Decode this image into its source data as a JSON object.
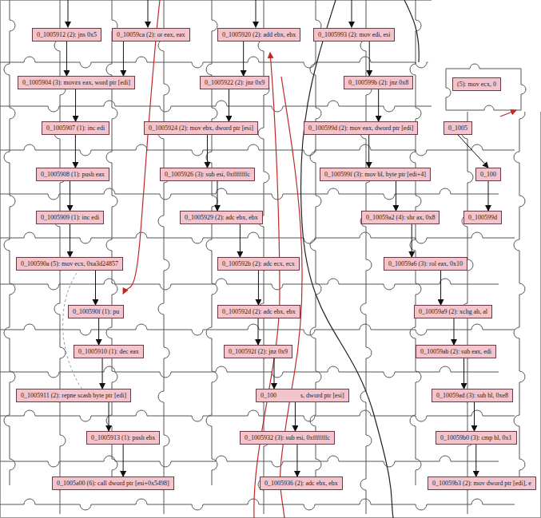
{
  "diagram": {
    "nodes": [
      {
        "text": [
          "0_1005912 (2): jns 0x5"
        ]
      },
      {
        "text": [
          "0_10059ca (2): or eax, eax"
        ]
      },
      {
        "text": [
          "0_1005920 (2): add ebx, ebx"
        ]
      },
      {
        "text": [
          "0_1005993 (2): mov edi, esi"
        ]
      },
      {
        "text": [
          "0_1005904 (3): movzx eax, word ptr [edi]"
        ]
      },
      {
        "text": [
          "0_1005922 (2): jnz 0x9"
        ]
      },
      {
        "text": [
          "0_100599b (2): jnz 0x8"
        ]
      },
      {
        "text": [
          "(5): mov ecx, 0"
        ]
      },
      {
        "text": [
          "0_1005907 (1): inc edi"
        ]
      },
      {
        "text": [
          "0_1005924 (2): mov ebx, dword ptr [esi]"
        ]
      },
      {
        "text": [
          "0_100599d (2): mov eax, dword ptr [edi]"
        ]
      },
      {
        "text": [
          "0_1005"
        ]
      },
      {
        "text": [
          "0_1005908 (1): push eax"
        ]
      },
      {
        "text": [
          "0_1005926 (3): sub esi, 0xfffffffc"
        ]
      },
      {
        "text": [
          "0_100599f (3): mov bl, byte ptr [edi+4]"
        ]
      },
      {
        "text": [
          "0_100"
        ]
      },
      {
        "text": [
          "0_1005909 (1): inc edi"
        ]
      },
      {
        "text": [
          "0_1005929 (2): adc ebx, ebx"
        ]
      },
      {
        "text": [
          "0_10059a2 (4): shr ax, 0x8"
        ]
      },
      {
        "text": [
          "0_100599d"
        ]
      },
      {
        "text": [
          "0_100590a (5): mov ecx, 0xa3d24857"
        ]
      },
      {
        "text": [
          "0_100592b (2): adc ecx, ecx"
        ]
      },
      {
        "text": [
          "0_10059a6 (3): rol eax, 0x10"
        ]
      },
      {
        "text": [
          "0_100590f (1): pu"
        ]
      },
      {
        "text": [
          "0_100592d (2): adc ebx, ebx"
        ]
      },
      {
        "text": [
          "0_10059a9 (2): xchg ah, al"
        ]
      },
      {
        "text": [
          "0_1005910 (1): dec eax"
        ]
      },
      {
        "text": [
          "0_100592f (2): jnz 0x9"
        ]
      },
      {
        "text": [
          "0_10059ab (2): sub eax, edi"
        ]
      },
      {
        "text": [
          "0_1005911 (2): repne scasb byte ptr [edi]"
        ]
      },
      {
        "text": [
          "0_100",
          "s, dword ptr [esi]"
        ]
      },
      {
        "text": [
          "0_10059ad (3): sub bl, 0xe8"
        ]
      },
      {
        "text": [
          "0_1005913 (1): push ebx"
        ]
      },
      {
        "text": [
          "0_1005932 (3): sub esi, 0xfffffffc"
        ]
      },
      {
        "text": [
          "0_10059b0 (3): cmp bl, 0x1"
        ]
      },
      {
        "text": [
          "0_1005a00 (6): call dword ptr [esi+0x5498]"
        ]
      },
      {
        "text": [
          "0_1005936 (2): adc ebx, ebx"
        ]
      },
      {
        "text": [
          "0_10059b3 (2): mov dword ptr [edi], e"
        ]
      }
    ],
    "edges": [
      {
        "from": 0,
        "to": 4,
        "arrow": "to"
      },
      {
        "from": 1,
        "to": 4,
        "arrow": "to"
      },
      {
        "from": 4,
        "to": 8,
        "arrow": "to"
      },
      {
        "from": 8,
        "to": 12,
        "arrow": "to"
      },
      {
        "from": 12,
        "to": 16,
        "arrow": "to"
      },
      {
        "from": 16,
        "to": 20,
        "arrow": "to"
      },
      {
        "from": 20,
        "to": 23,
        "arrow": "to"
      },
      {
        "from": 23,
        "to": 26,
        "arrow": "to"
      },
      {
        "from": 26,
        "to": 29,
        "arrow": "to"
      },
      {
        "from": 29,
        "to": 32,
        "arrow": "to"
      },
      {
        "from": 32,
        "to": 35,
        "arrow": "to"
      },
      {
        "from": 2,
        "to": 5,
        "arrow": "to"
      },
      {
        "from": 5,
        "to": 9,
        "arrow": "to"
      },
      {
        "from": 9,
        "to": 13,
        "arrow": "to"
      },
      {
        "from": 13,
        "to": 17,
        "arrow": "to"
      },
      {
        "from": 17,
        "to": 21,
        "arrow": "to"
      },
      {
        "from": 21,
        "to": 24,
        "arrow": "to"
      },
      {
        "from": 24,
        "to": 27,
        "arrow": "to"
      },
      {
        "from": 27,
        "to": 30,
        "arrow": "to"
      },
      {
        "from": 30,
        "to": 33,
        "arrow": "to"
      },
      {
        "from": 33,
        "to": 36,
        "arrow": "to"
      },
      {
        "from": 3,
        "to": 6,
        "arrow": "to"
      },
      {
        "from": 6,
        "to": 10,
        "arrow": "to"
      },
      {
        "from": 10,
        "to": 14,
        "arrow": "to"
      },
      {
        "from": 14,
        "to": 18,
        "arrow": "to"
      },
      {
        "from": 18,
        "to": 22,
        "arrow": "to"
      },
      {
        "from": 22,
        "to": 25,
        "arrow": "to"
      },
      {
        "from": 25,
        "to": 28,
        "arrow": "to"
      },
      {
        "from": 28,
        "to": 31,
        "arrow": "to"
      },
      {
        "from": 31,
        "to": 34,
        "arrow": "to"
      },
      {
        "from": 34,
        "to": 37,
        "arrow": "to"
      },
      {
        "from": 11,
        "to": 15,
        "arrow": "to"
      },
      {
        "from": 15,
        "to": 19,
        "arrow": "to"
      }
    ]
  }
}
